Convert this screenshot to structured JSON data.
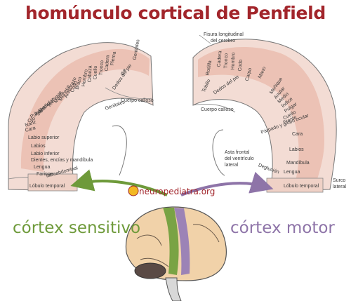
{
  "title": "homúnculo cortical de Penfield",
  "brand": "neuropediatra.org",
  "colors": {
    "title": "#a2252b",
    "sensory": "#6e9a3a",
    "motor": "#8e74a8",
    "cortex_pink": "#ecc3b6",
    "outline": "#6b6b6b"
  },
  "captions": {
    "sensory": "córtex sensitivo",
    "motor": "córtex motor"
  },
  "sensory_labels": {
    "genitales": "Genitales",
    "dedos_pie": "Dedos del pie",
    "pie": "Pie",
    "pierna": "Pierna",
    "cadera": "Cadera",
    "tronco": "Tronco",
    "cuello": "Cuello",
    "cabeza": "Cabeza",
    "hombro": "Hombro",
    "brazo": "Brazo",
    "codo": "Codo",
    "antebrazo": "Antebrazo",
    "muneca": "Muñeca",
    "mano": "Mano",
    "menique": "Meñique",
    "anular": "Anular",
    "medio": "Medio",
    "indice": "Índice",
    "pulgar": "Pulgar",
    "ojo": "Ojo",
    "nariz": "Nariz",
    "cara": "Cara",
    "labio_superior": "Labio superior",
    "labios": "Labios",
    "labio_inferior": "Labio inferior",
    "dientes": "Dientes, encías y mandíbula",
    "lengua": "Lengua",
    "faringe": "Faringe",
    "intraabdominal": "Intraabdominal",
    "cuerpo_calloso": "Cuerpo calloso",
    "genitales_centro": "Genitales",
    "lobulo_temporal": "Lóbulo temporal"
  },
  "motor_labels": {
    "fisura": "Fisura longitudinal",
    "fisura2": "del cerebro",
    "rodilla": "Rodilla",
    "tobillo": "Tobillo",
    "cadera": "Cadera",
    "tronco": "Tronco",
    "hombro": "Hombro",
    "codo": "Codo",
    "carpo": "Carpo",
    "mano": "Mano",
    "dedos_pie": "Dedos del pie",
    "menique": "Meñique",
    "anular": "Anular",
    "medio": "Medio",
    "indice": "Índice",
    "pulgar": "Pulgar",
    "cuello": "Cuello",
    "frente": "Frente",
    "parpado": "Párpado y globo ocular",
    "cara": "Cara",
    "labios": "Labios",
    "mandibula": "Mandíbula",
    "lengua": "Lengua",
    "deglucion": "Deglución",
    "cuerpo_calloso": "Cuerpo calloso",
    "asta1": "Asta frontal",
    "asta2": "del ventrículo",
    "asta3": "lateral",
    "lobulo_temporal": "Lóbulo temporal",
    "surco1": "Surco",
    "surco2": "lateral"
  }
}
